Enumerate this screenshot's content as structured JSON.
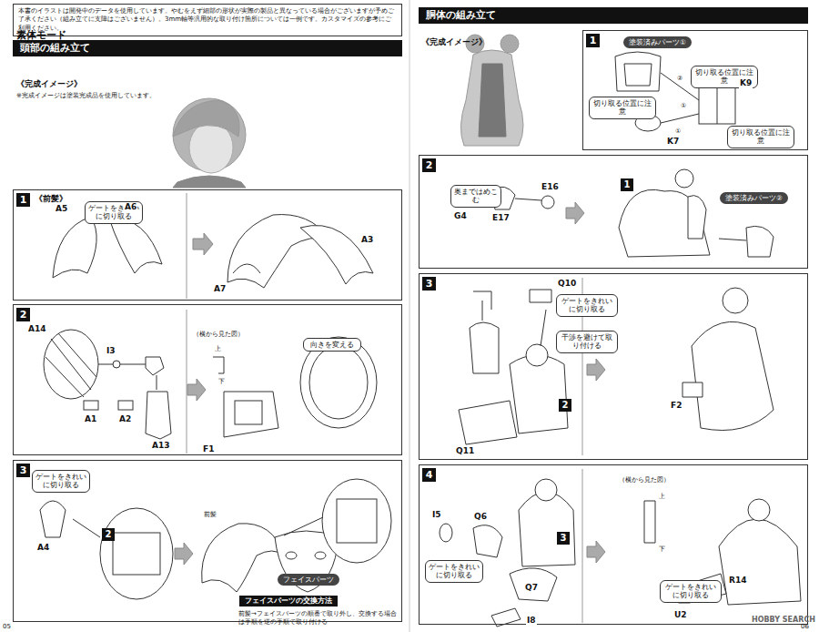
{
  "diagram": {
    "nodes": [
      {
        "text": [
          "本書のイラストは開発中のデータを使用しています。やむをえず細部の形状が実際の製品と異なっている場合がございますが予めご了承ください（組み立てに支障はございません）。3mm軸等汎用的な取り付け箇所については一例です。カスタマイズの参考にご利用ください。"
        ]
      },
      {
        "text": [
          "頭部の組み立て"
        ]
      },
      {
        "text": [
          "1"
        ]
      },
      {
        "text": [
          "ゲートをきれいに切り取る"
        ],
        "in": 2
      },
      {
        "text": [
          "2"
        ]
      },
      {
        "text": [
          "向きを変える"
        ],
        "in": 4
      },
      {
        "text": [
          "3"
        ]
      },
      {
        "text": [
          "ゲートをきれいに切り取る"
        ],
        "in": 6
      },
      {
        "text": [
          "フェイスパーツ"
        ],
        "in": 6
      },
      {
        "text": [
          "フェイスパーツの交換方法"
        ],
        "in": 6
      },
      {
        "text": [
          "胴体の組み立て"
        ]
      },
      {
        "text": [
          "1"
        ]
      },
      {
        "text": [
          "塗装済みパーツ①"
        ],
        "in": 11
      },
      {
        "text": [
          "切り取る位置に注意"
        ],
        "in": 11
      },
      {
        "text": [
          "切り取る位置に注意"
        ],
        "in": 11
      },
      {
        "text": [
          "切り取る位置に注意"
        ],
        "in": 11
      },
      {
        "text": [
          "2"
        ]
      },
      {
        "text": [
          "奥まではめこむ"
        ],
        "in": 16
      },
      {
        "text": [
          "塗装済みパーツ②"
        ],
        "in": 16
      },
      {
        "text": [
          "3"
        ]
      },
      {
        "text": [
          "ゲートをきれいに切り取る"
        ],
        "in": 19
      },
      {
        "text": [
          "干渉を避けて取り付ける"
        ],
        "in": 19
      },
      {
        "text": [
          "4"
        ]
      },
      {
        "text": [
          "ゲートをきれいに切り取る"
        ],
        "in": 22
      },
      {
        "text": [
          "ゲートをきれいに切り取る"
        ],
        "in": 22
      }
    ],
    "labels": [
      "素体モード",
      "《完成イメージ》",
      "※完成イメージは塗装完成品を使用しています。",
      "《前髪》",
      "A5",
      "A6",
      "A7",
      "A3",
      "A14",
      "I3",
      "A1",
      "A2",
      "A13",
      "（横から見た図）",
      "上",
      "下",
      "F1",
      "A4",
      "2",
      "前髪",
      "前髪→フェイスパーツの順番で取り外し、交換する場合は手順を逆の手順で取り付ける",
      "05",
      "《完成イメージ》",
      "K9",
      "K7",
      "②",
      "①",
      "①",
      "E16",
      "G4",
      "E17",
      "1",
      "Q10",
      "Q11",
      "2",
      "F2",
      "I5",
      "Q6",
      "3",
      "Q7",
      "I8",
      "（横から見た図）",
      "上",
      "下",
      "R14",
      "U2",
      "06",
      "HOBBY SEARCH"
    ]
  }
}
